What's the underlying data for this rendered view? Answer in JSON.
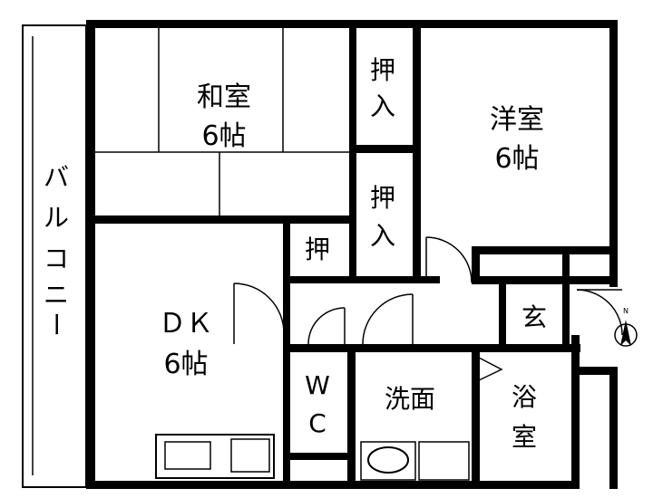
{
  "rooms": {
    "washitsu": {
      "name": "和室",
      "size": "6帖"
    },
    "youshitsu": {
      "name": "洋室",
      "size": "6帖"
    },
    "dk": {
      "name": "ＤＫ",
      "size": "6帖"
    },
    "balcony": {
      "chars": [
        "バ",
        "ル",
        "コ",
        "ニ",
        "ー"
      ]
    },
    "closet1": {
      "chars": [
        "押",
        "入"
      ]
    },
    "closet2": {
      "chars": [
        "押",
        "入"
      ]
    },
    "closet3": {
      "name": "押"
    },
    "entrance": {
      "name": "玄"
    },
    "wc": {
      "chars": [
        "W",
        "C"
      ]
    },
    "senmen": {
      "name": "洗面"
    },
    "bath": {
      "chars": [
        "浴",
        "室"
      ]
    }
  },
  "compass": {
    "label": "N"
  },
  "colors": {
    "wall": "#000000",
    "background": "#ffffff"
  }
}
